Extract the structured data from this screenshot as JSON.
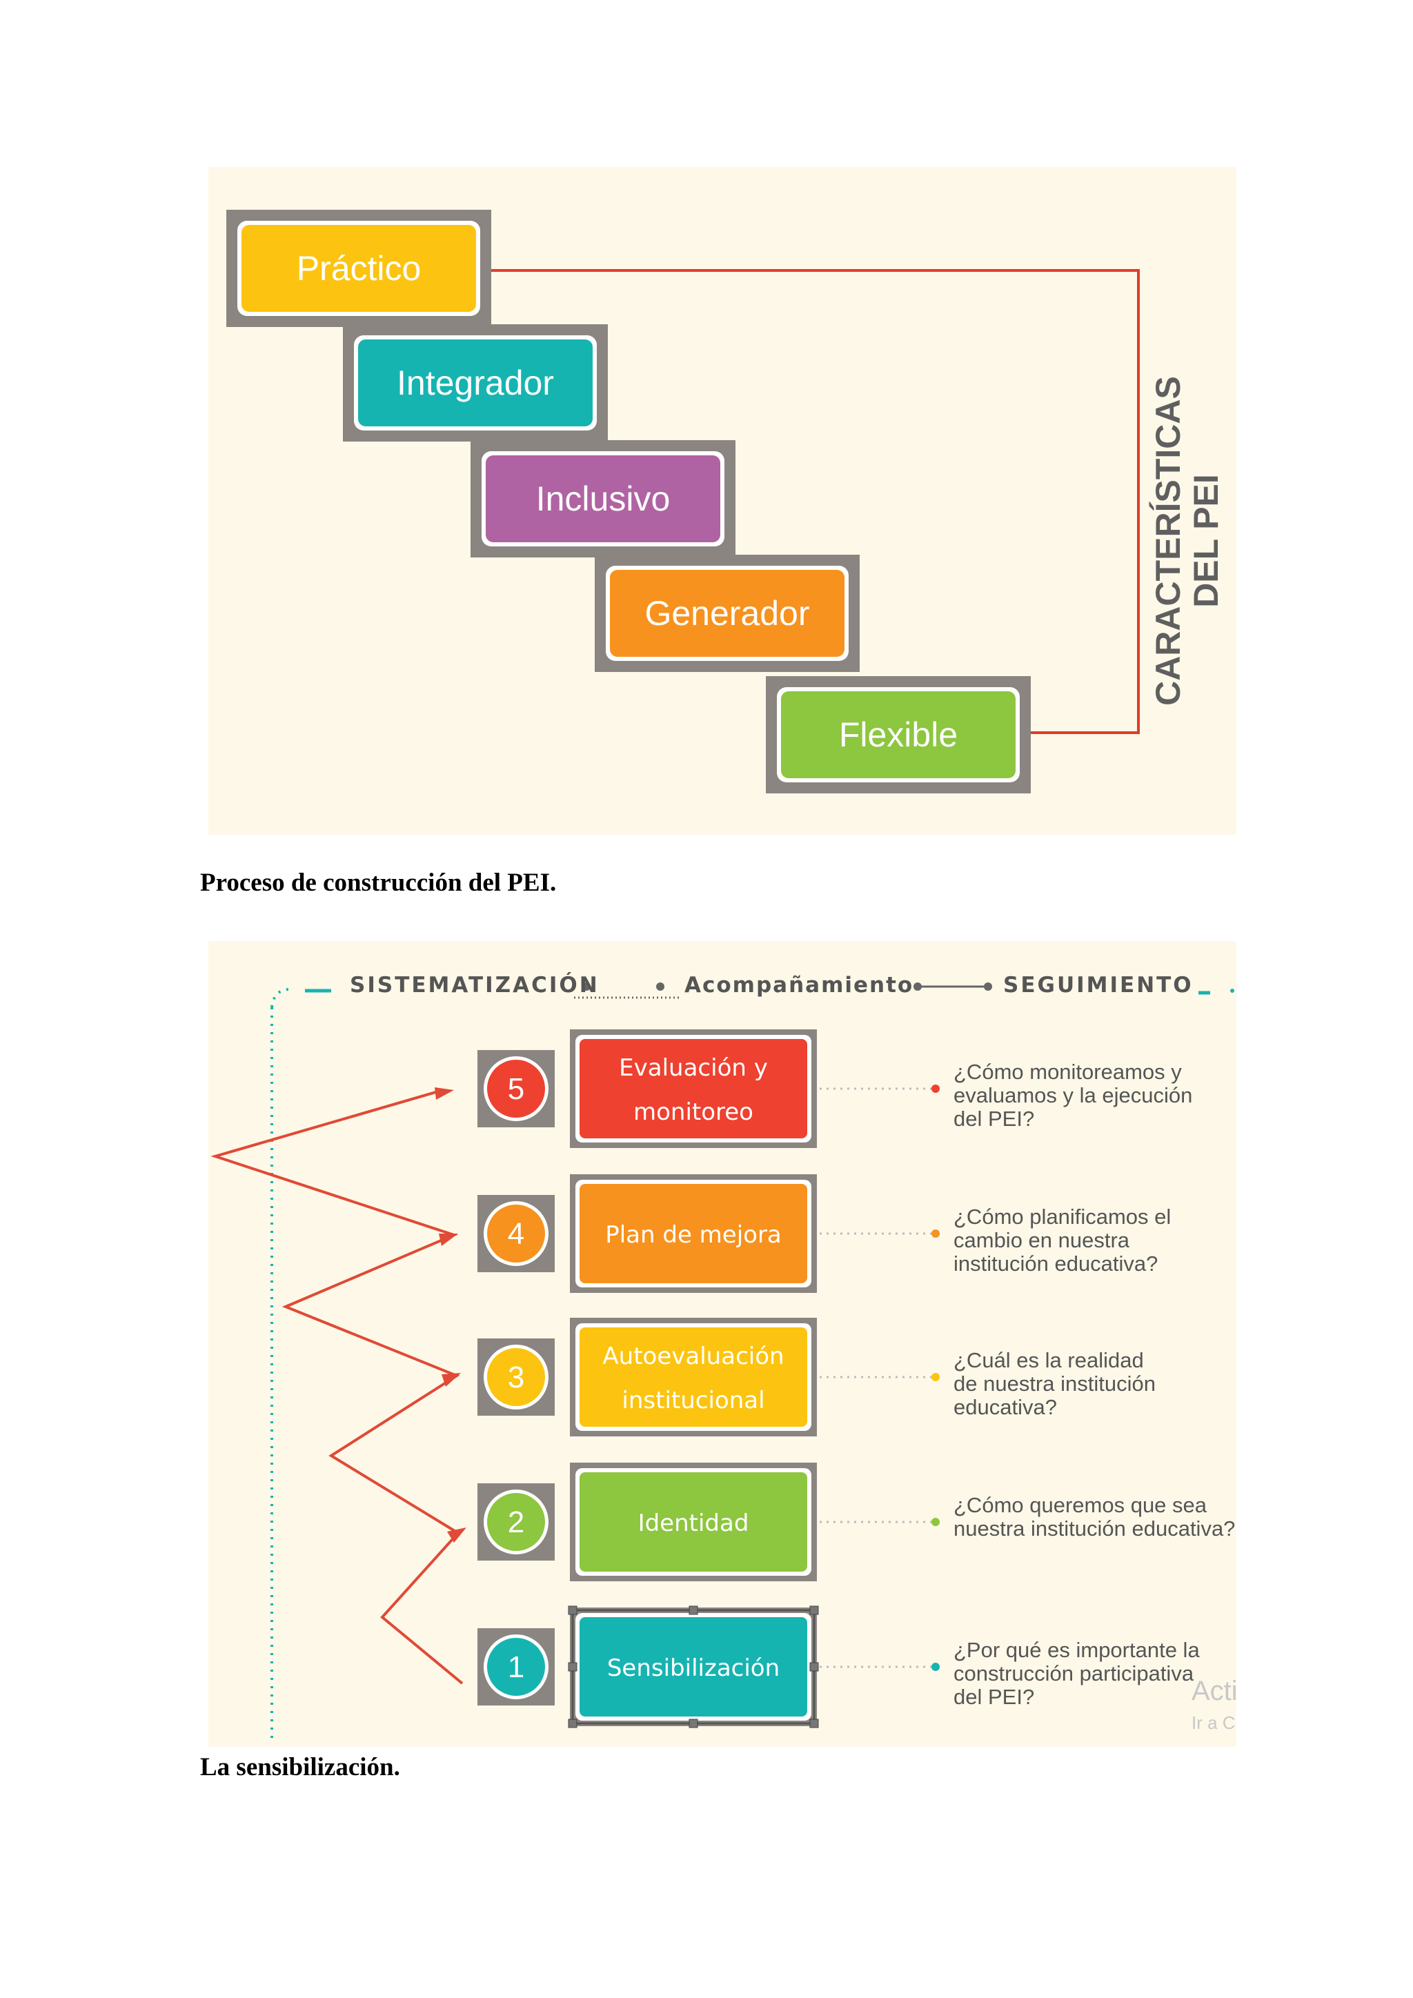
{
  "figure1": {
    "items": [
      "Práctico",
      "Integrador",
      "Inclusivo",
      "Generador",
      "Flexible"
    ],
    "side_title": [
      "CARACTERÍSTICAS",
      "DEL PEI"
    ],
    "colors": [
      "#fcc410",
      "#16b4b1",
      "#b063a2",
      "#f7921e",
      "#8dc63f"
    ]
  },
  "caption1": "Proceso de construcción  del PEI.",
  "figure2": {
    "header": {
      "left": "SISTEMATIZACIÓN",
      "middle": "Acompañamiento",
      "right": "SEGUIMIENTO"
    },
    "steps": [
      {
        "num": "5",
        "label": [
          "Evaluación y",
          "monitoreo"
        ],
        "question": [
          "¿Cómo monitoreamos y",
          "evaluamos y la ejecución",
          "del PEI?"
        ],
        "color": "#ee4130"
      },
      {
        "num": "4",
        "label": [
          "Plan de mejora"
        ],
        "question": [
          "¿Cómo planificamos el",
          "cambio en nuestra",
          "institución educativa?"
        ],
        "color": "#f7921e"
      },
      {
        "num": "3",
        "label": [
          "Autoevaluación",
          "institucional"
        ],
        "question": [
          "¿Cuál es la realidad",
          "de nuestra institución",
          "educativa?"
        ],
        "color": "#fcc410"
      },
      {
        "num": "2",
        "label": [
          "Identidad"
        ],
        "question": [
          "¿Cómo queremos que sea",
          "nuestra institución educativa?"
        ],
        "color": "#8dc63f"
      },
      {
        "num": "1",
        "label": [
          "Sensibilización"
        ],
        "question": [
          "¿Por qué es importante la",
          "construcción participativa",
          "del PEI?"
        ],
        "color": "#16b4b1"
      }
    ],
    "watermark": [
      "Acti",
      "Ir a C"
    ]
  },
  "caption2": "La sensibilización."
}
